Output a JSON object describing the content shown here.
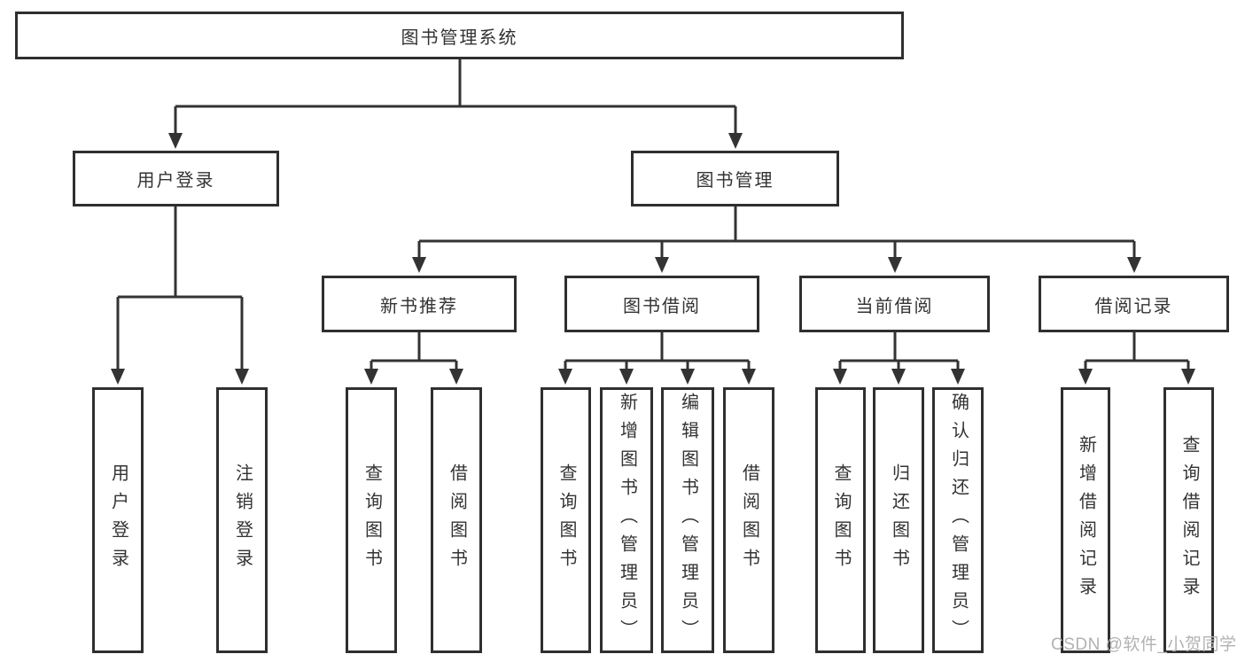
{
  "diagram": {
    "root": {
      "label": "图书管理系统",
      "children": [
        {
          "label": "用户登录",
          "children": [
            {
              "label": "用户登录"
            },
            {
              "label": "注销登录"
            }
          ]
        },
        {
          "label": "图书管理",
          "children": [
            {
              "label": "新书推荐",
              "children": [
                {
                  "label": "查询图书"
                },
                {
                  "label": "借阅图书"
                }
              ]
            },
            {
              "label": "图书借阅",
              "children": [
                {
                  "label": "查询图书"
                },
                {
                  "label": "新增图书（管理员）"
                },
                {
                  "label": "编辑图书（管理员）"
                },
                {
                  "label": "借阅图书"
                }
              ]
            },
            {
              "label": "当前借阅",
              "children": [
                {
                  "label": "查询图书"
                },
                {
                  "label": "归还图书"
                },
                {
                  "label": "确认归还（管理员）"
                }
              ]
            },
            {
              "label": "借阅记录",
              "children": [
                {
                  "label": "新增借阅记录"
                },
                {
                  "label": "查询借阅记录"
                }
              ]
            }
          ]
        }
      ]
    }
  },
  "watermark": "CSDN @软件_小贺同学",
  "colors": {
    "line": "#333333",
    "box_border": "#2f2f2f",
    "text": "#333333",
    "watermark": "#b2b2b2",
    "background": "#ffffff"
  }
}
